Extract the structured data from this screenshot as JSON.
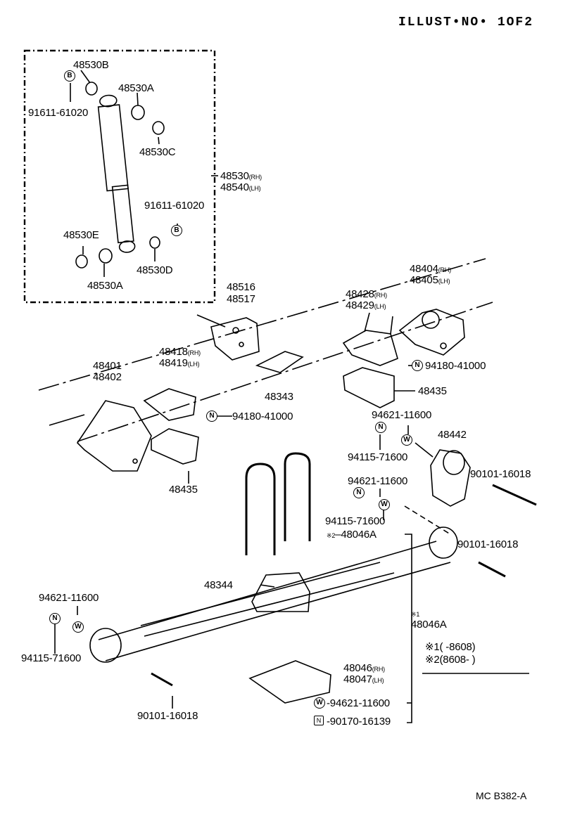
{
  "header": {
    "illust": "ILLUST•NO• 1OF2"
  },
  "footer": {
    "code": "MC B382-A"
  },
  "parts": {
    "p48530B": "48530B",
    "p48530A_top": "48530A",
    "p48530C": "48530C",
    "p91611_top": "91611-61020",
    "p48530": "48530",
    "p48540": "48540",
    "rh": "(RH)",
    "lh": "(LH)",
    "p91611_mid": "91611-61020",
    "p48530E": "48530E",
    "p48530D": "48530D",
    "p48530A_bot": "48530A",
    "p48516": "48516",
    "p48517": "48517",
    "p48404": "48404",
    "p48405": "48405",
    "p48428": "48428",
    "p48429": "48429",
    "p94180_r": "94180-41000",
    "p48418": "48418",
    "p48419": "48419",
    "p48401": "48401",
    "p48402": "48402",
    "p48343": "48343",
    "p48435_r": "48435",
    "p94180_l": "94180-41000",
    "p94621_1": "94621-11600",
    "p48442": "48442",
    "p94115_1": "94115-71600",
    "p90101_1": "90101-16018",
    "p48435_l": "48435",
    "p94621_2": "94621-11600",
    "p94115_2": "94115-71600",
    "p48046A_2": "48046A",
    "p90101_2": "90101-16018",
    "p48344": "48344",
    "p94621_3": "94621-11600",
    "p94115_3": "94115-71600",
    "p48046A_1": "48046A",
    "p48046": "48046",
    "p48047": "48047",
    "p94621_4": "94621-11600",
    "p90170": "90170-16139",
    "p90101_3": "90101-16018"
  },
  "marks": {
    "star1": "※1",
    "star2": "※2"
  },
  "symbols": {
    "b": "B",
    "n": "N",
    "w": "W",
    "nut": "N"
  },
  "notes": {
    "n1": "※1(      -8608)",
    "n2": "※2(8608-       )"
  }
}
